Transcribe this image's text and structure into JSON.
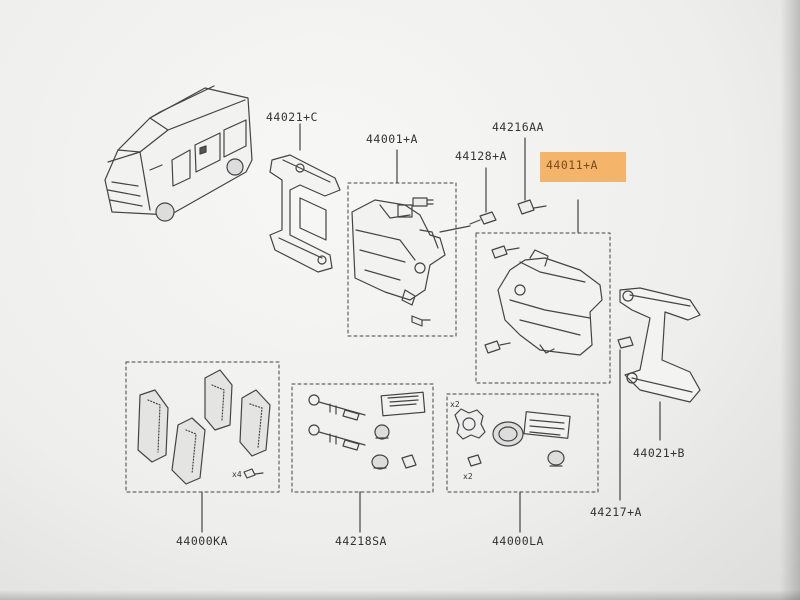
{
  "labels": {
    "p44021c": "44021+C",
    "p44001a": "44001+A",
    "p44216aa": "44216AA",
    "p44128a": "44128+A",
    "p44011a": "44011+A",
    "p44021b": "44021+B",
    "p44217a": "44217+A",
    "p44000ka": "44000KA",
    "p44218sa": "44218SA",
    "p44000la": "44000LA"
  },
  "qty": {
    "q_pads": "x4",
    "q_la1": "x2",
    "q_la2": "x2"
  },
  "colors": {
    "highlight": "#f4b46a",
    "ink": "#333333"
  }
}
